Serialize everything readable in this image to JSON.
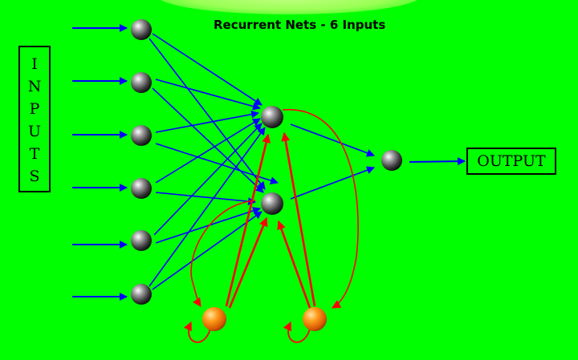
{
  "title": "Recurrent Nets - 6 Inputs",
  "inputs_label": [
    "I",
    "N",
    "P",
    "U",
    "T",
    "S"
  ],
  "output_label": "OUTPUT",
  "colors": {
    "background": "#00ff00",
    "feedforward_connection": "#0000ff",
    "recurrent_connection": "#ff0000",
    "neuron": "#5a5a5a",
    "context_neuron": "#ff8800"
  }
}
